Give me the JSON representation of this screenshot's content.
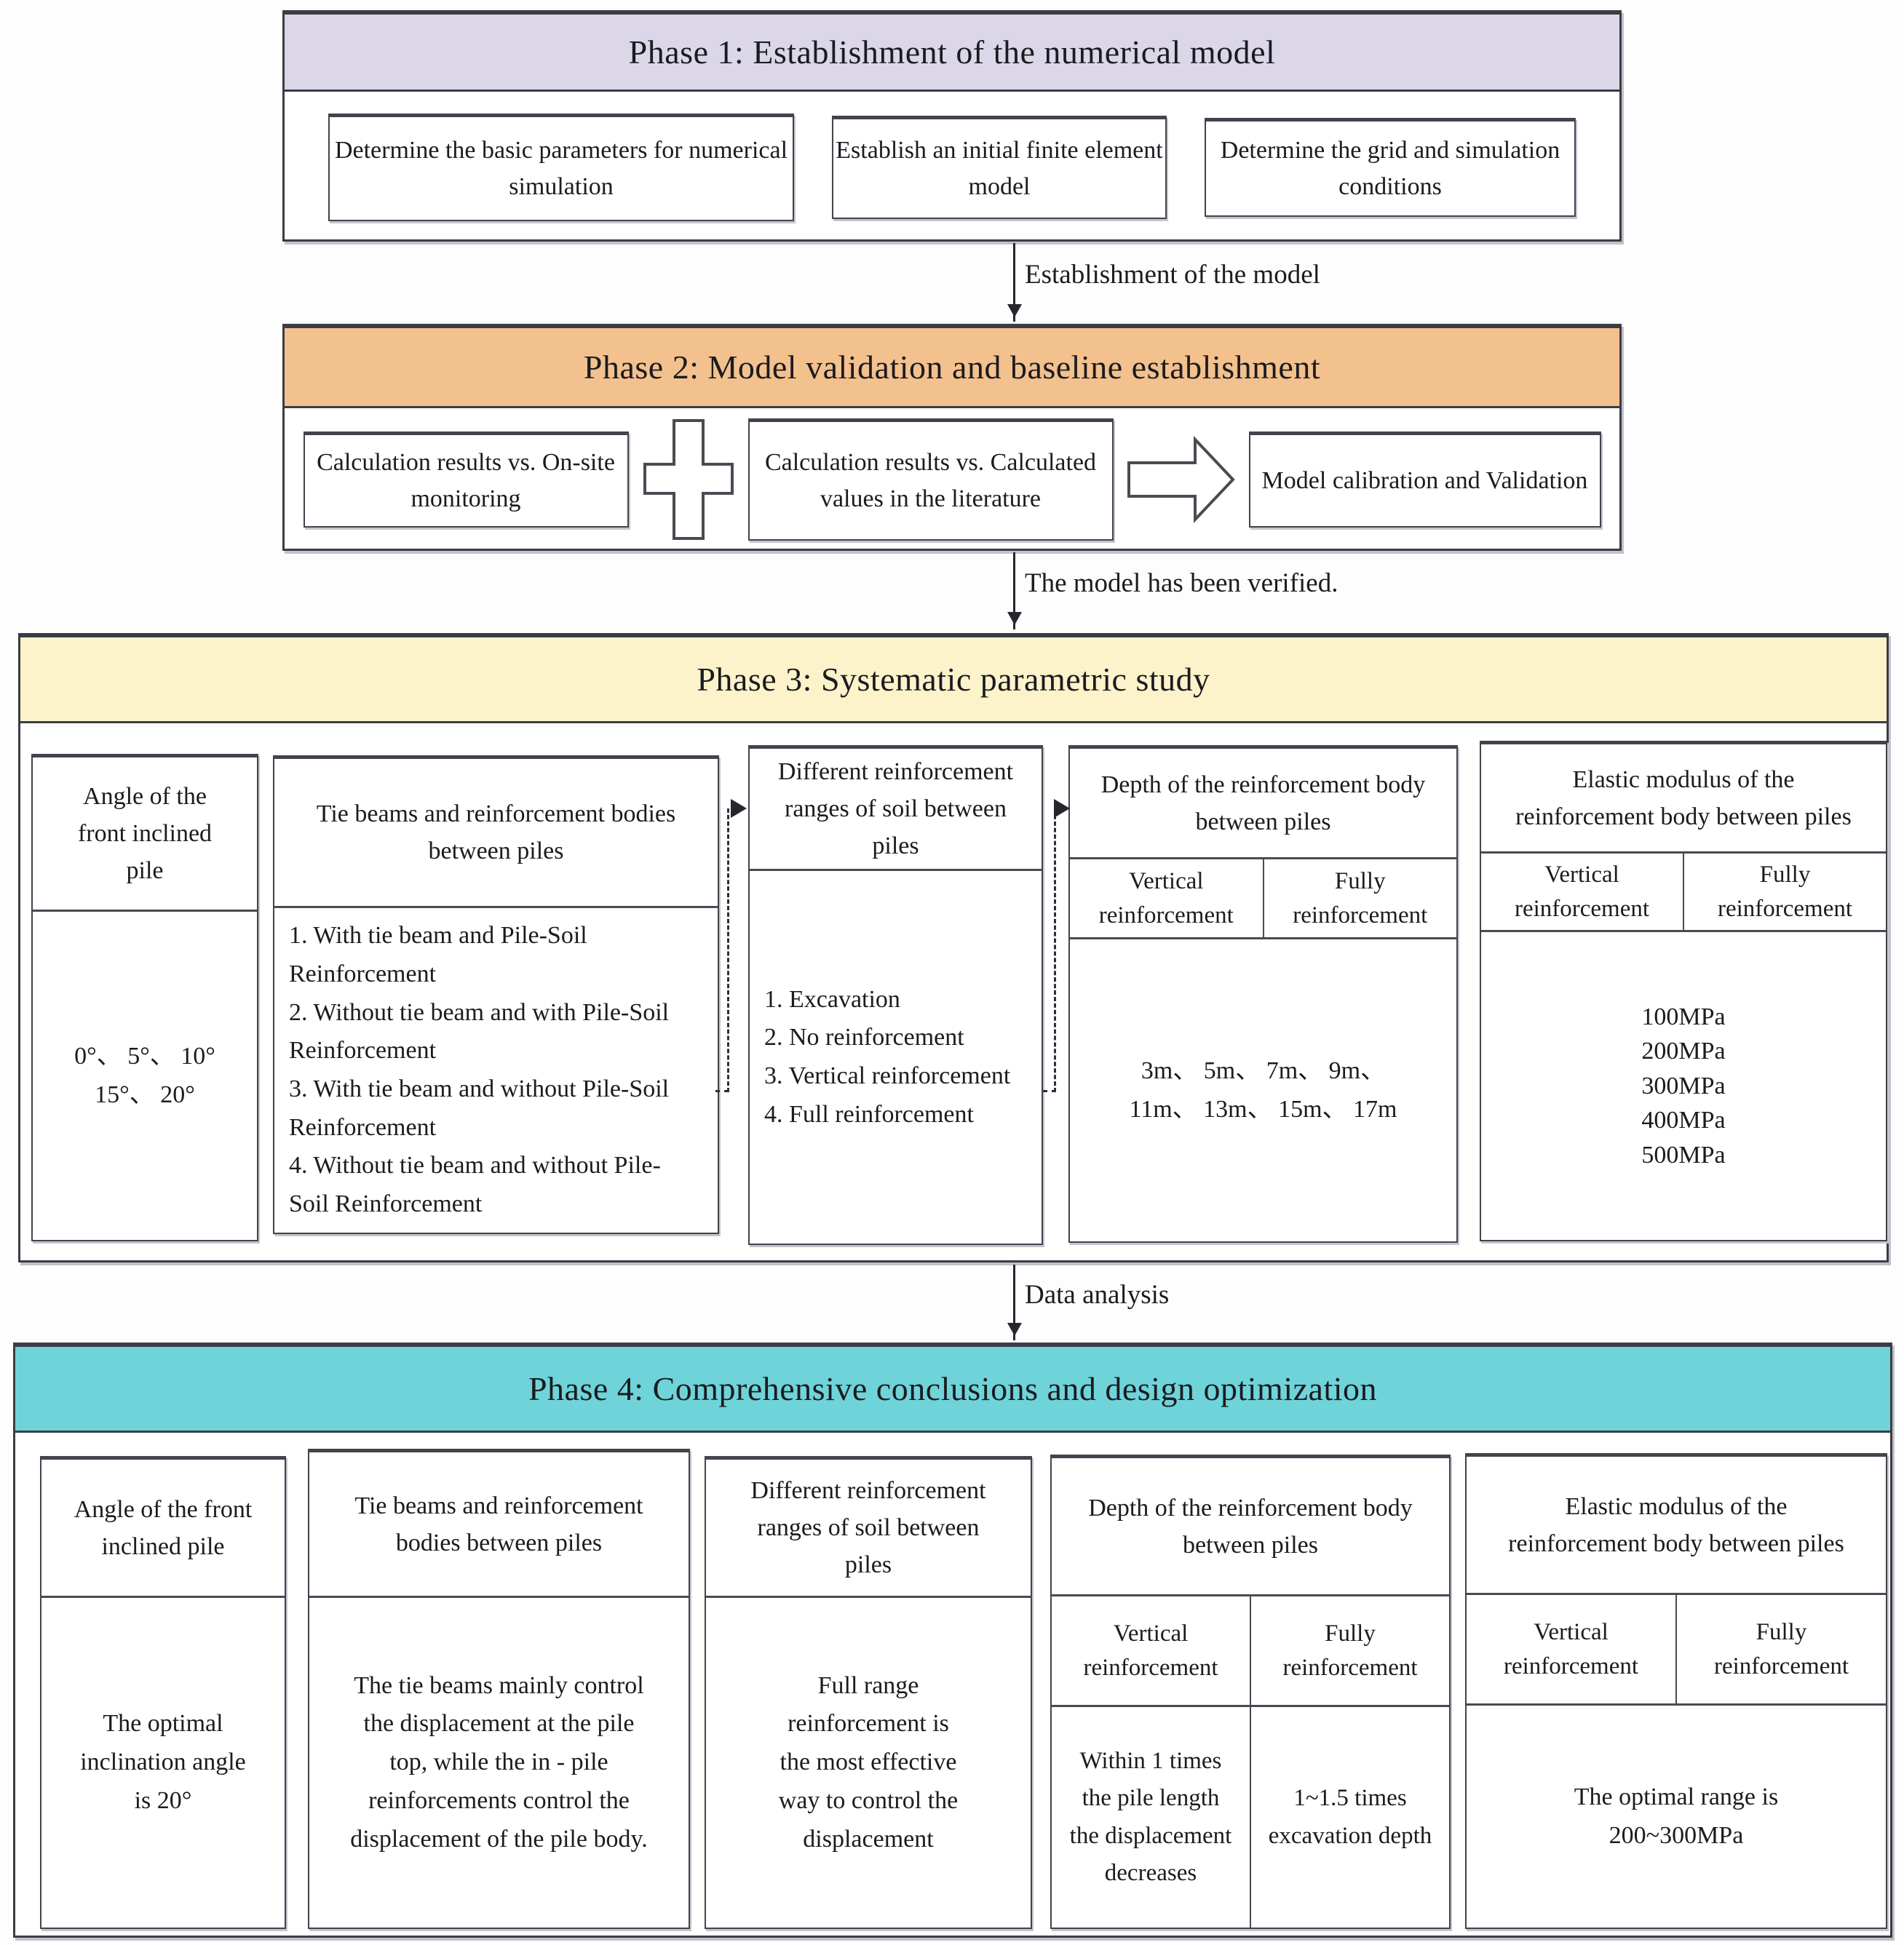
{
  "colors": {
    "phase1_header": "#dbd7e8",
    "phase2_header": "#f3c18d",
    "phase3_header": "#fcf3cb",
    "phase4_header": "#6fd4d9",
    "border": "#3c3c46"
  },
  "phase1": {
    "title": "Phase 1: Establishment of the numerical model",
    "boxes": [
      "Determine the basic parameters for numerical simulation",
      "Establish an initial finite element model",
      "Determine the grid and simulation conditions"
    ]
  },
  "connectors": {
    "arrow1_label": "Establishment of the model",
    "arrow2_label": "The model has been verified.",
    "arrow3_label": "Data analysis"
  },
  "phase2": {
    "title": "Phase 2: Model validation and baseline establishment",
    "box_left": "Calculation results vs. On-site monitoring",
    "plus_icon": "plus",
    "box_mid": "Calculation results vs. Calculated values in the literature",
    "arrow_icon": "right-block-arrow",
    "box_right": "Model calibration and Validation"
  },
  "phase3": {
    "title": "Phase 3: Systematic parametric study",
    "columns": [
      {
        "header": "Angle of the\nfront inclined\npile",
        "content": "0°、 5°、 10°\n15°、 20°"
      },
      {
        "header": "Tie beams and reinforcement bodies\nbetween piles",
        "content": "1.  With tie beam and Pile-Soil\nReinforcement\n2. Without tie beam and with Pile-Soil\nReinforcement\n3. With tie beam and without Pile-Soil\nReinforcement\n4. Without tie beam and without Pile-\nSoil Reinforcement"
      },
      {
        "header": "Different reinforcement\nranges of soil between\npiles",
        "content": "1. Excavation\n2. No reinforcement\n3. Vertical reinforcement\n4. Full reinforcement"
      },
      {
        "header": "Depth of the reinforcement body\nbetween piles",
        "sub_left": "Vertical\nreinforcement",
        "sub_right": "Fully\nreinforcement",
        "content": "3m、 5m、 7m、 9m、\n11m、 13m、 15m、 17m"
      },
      {
        "header": "Elastic modulus of the\nreinforcement body between piles",
        "sub_left": "Vertical\nreinforcement",
        "sub_right": "Fully\nreinforcement",
        "content": "100MPa\n200MPa\n300MPa\n400MPa\n500MPa"
      }
    ]
  },
  "phase4": {
    "title": "Phase 4: Comprehensive conclusions and design optimization",
    "columns": [
      {
        "header": "Angle of the front\ninclined pile",
        "content": "The optimal\ninclination angle\nis 20°"
      },
      {
        "header": "Tie beams and reinforcement\nbodies between piles",
        "content": "The tie beams mainly control\nthe displacement at the pile\ntop, while the in - pile\nreinforcements control the\ndisplacement of the pile body."
      },
      {
        "header": "Different reinforcement\nranges of soil between\npiles",
        "content": "Full range\nreinforcement is\nthe most effective\nway to control the\ndisplacement"
      },
      {
        "header": "Depth of the reinforcement body\nbetween piles",
        "sub_left": "Vertical\nreinforcement",
        "sub_right": "Fully\nreinforcement",
        "content_left": "Within 1 times\nthe pile length\nthe displacement\ndecreases",
        "content_right": "1~1.5 times\nexcavation depth"
      },
      {
        "header": "Elastic modulus of the\nreinforcement body between piles",
        "sub_left": "Vertical\nreinforcement",
        "sub_right": "Fully\nreinforcement",
        "content": "The optimal range is\n200~300MPa"
      }
    ]
  }
}
